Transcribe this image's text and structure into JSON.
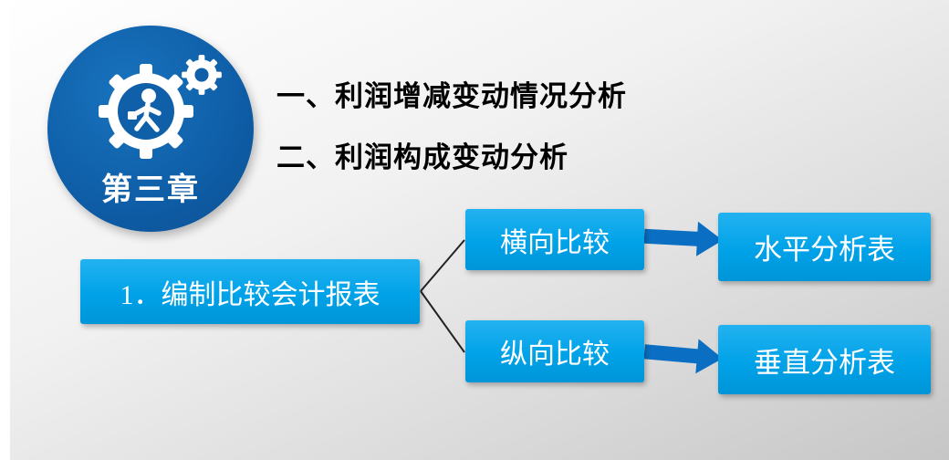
{
  "slide": {
    "background_top": "#ffffff",
    "background_bottom": "#c6c6c6"
  },
  "badge": {
    "label": "第三章",
    "circle_color": "#0f5fa9",
    "icon": "gear-worker-icon"
  },
  "headings": {
    "line1": "一、利润增减变动情况分析",
    "line2": "二、利润构成变动分析"
  },
  "diagram": {
    "box_color": "#00a2e8",
    "arrow_color": "#0a6fc2",
    "connector_color": "#222222",
    "root_box": "1．编制比较会计报表",
    "branch_top": "横向比较",
    "branch_bottom": "纵向比较",
    "result_top": "水平分析表",
    "result_bottom": "垂直分析表"
  }
}
